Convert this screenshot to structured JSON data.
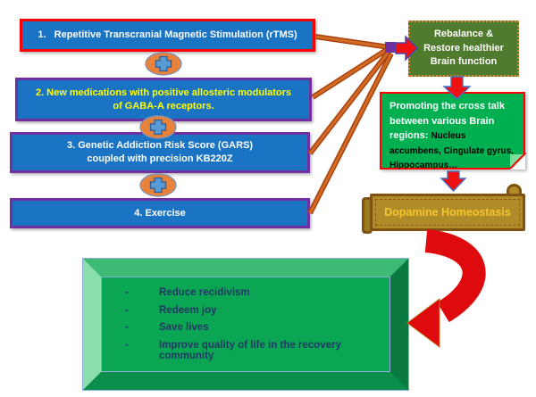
{
  "interventions": [
    {
      "label": "1.   Repetitive Transcranial Magnetic Stimulation (rTMS)"
    },
    {
      "label": "2. New medications with positive allosteric modulators of GABA-A receptors."
    },
    {
      "label": "3. Genetic Addiction Risk Score (GARS) coupled with precision KB220Z"
    },
    {
      "label": "4. Exercise"
    }
  ],
  "flow": {
    "rebalance": "Rebalance & Restore healthier Brain function",
    "promoting_intro": "Promoting the cross talk between various Brain regions: ",
    "promoting_regions": "Nucleus accumbens, Cingulate gyrus, Hippocampus…",
    "dopamine": "Dopamine Homeostasis"
  },
  "outcomes": {
    "bullet": "-",
    "items": [
      "Reduce recidivism",
      "Redeem joy",
      "Save lives",
      "Improve quality of life in the recovery community"
    ]
  },
  "colors": {
    "box_blue": "#1b73c4",
    "border_red": "#fe0000",
    "border_purple": "#7030a0",
    "arrow_orange": "#c0531b",
    "olive_green": "#4f7b2f",
    "bright_green": "#00b050",
    "gold_scroll": "#b08c28",
    "scroll_border": "#7f5112",
    "outcome_green": "#0ba653",
    "navy_text": "#1f3864",
    "red_arrow": "#e0111c"
  }
}
